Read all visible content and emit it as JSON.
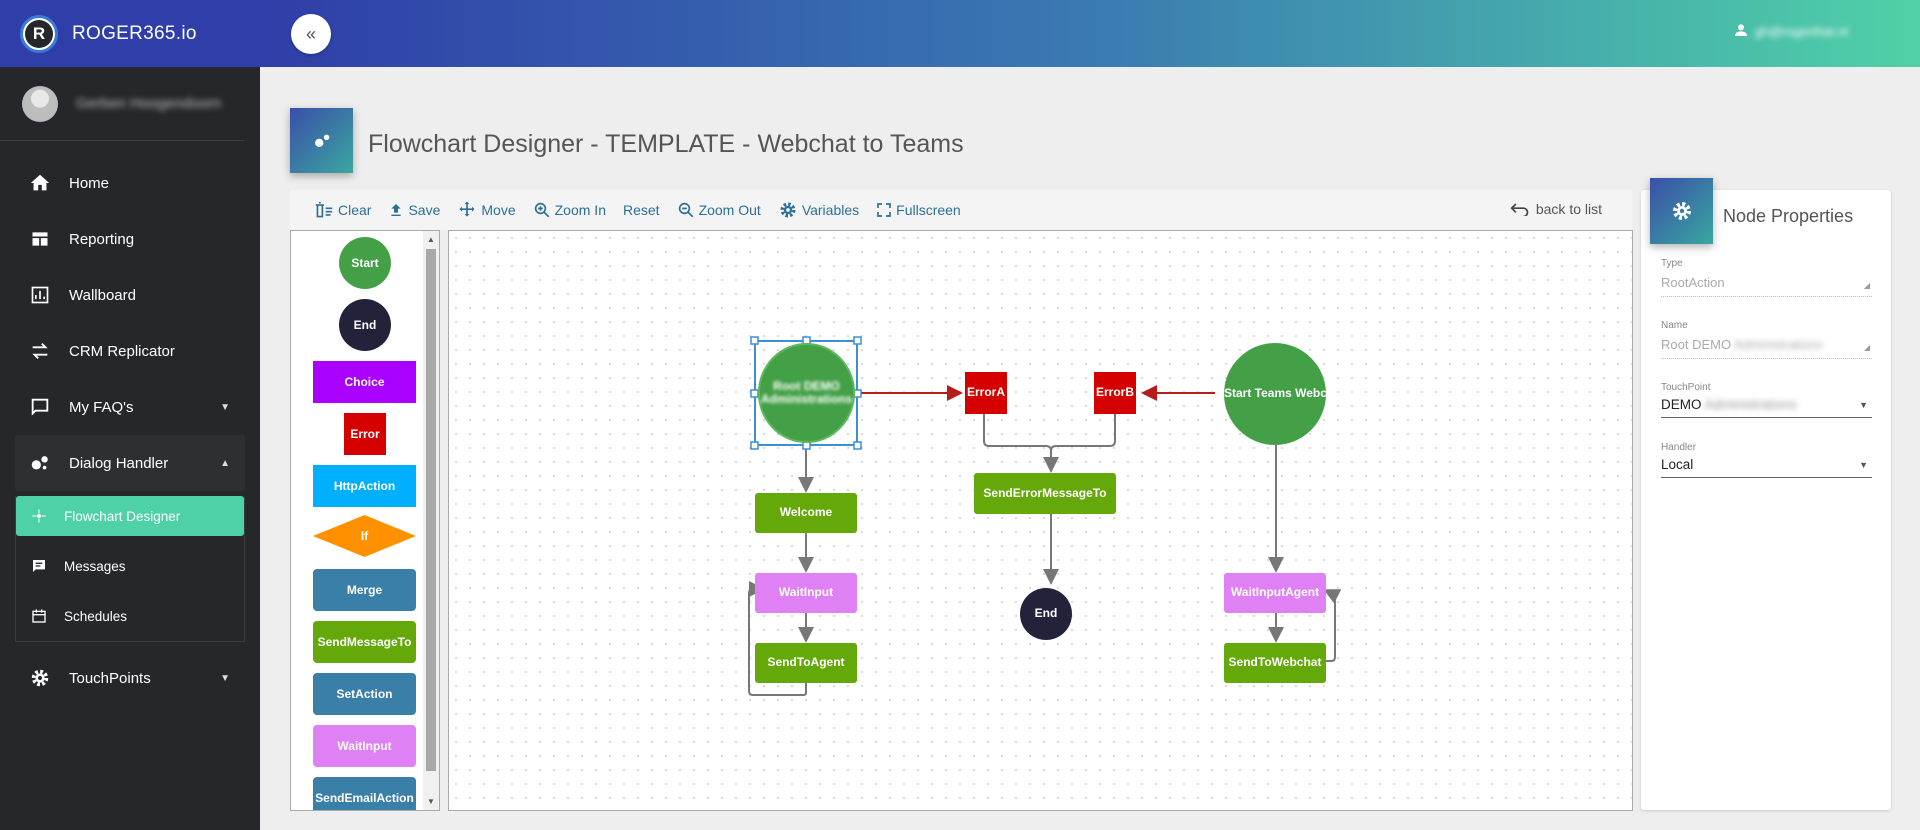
{
  "app": {
    "brand_name": "ROGER365.io",
    "brand_letter": "R",
    "user_name": "Gerben Hoogendoorn",
    "user_email": "gh@rogerthat.nl"
  },
  "sidebar": {
    "items": [
      {
        "label": "Home",
        "icon": "home-icon"
      },
      {
        "label": "Reporting",
        "icon": "dashboard-icon"
      },
      {
        "label": "Wallboard",
        "icon": "bar-chart-icon"
      },
      {
        "label": "CRM Replicator",
        "icon": "swap-arrows-icon"
      },
      {
        "label": "My FAQ's",
        "icon": "chat-icon"
      },
      {
        "label": "Dialog Handler",
        "icon": "bubbles-icon"
      },
      {
        "label": "TouchPoints",
        "icon": "gear-icon"
      }
    ],
    "sub_items": [
      {
        "label": "Flowchart Designer",
        "icon": "flowchart-icon"
      },
      {
        "label": "Messages",
        "icon": "message-icon"
      },
      {
        "label": "Schedules",
        "icon": "calendar-icon"
      }
    ]
  },
  "page": {
    "title": "Flowchart Designer - TEMPLATE - Webchat to Teams"
  },
  "toolbar": {
    "clear": "Clear",
    "save": "Save",
    "move": "Move",
    "zoom_in": "Zoom In",
    "reset": "Reset",
    "zoom_out": "Zoom Out",
    "variables": "Variables",
    "fullscreen": "Fullscreen",
    "back": "back to list"
  },
  "palette": [
    {
      "label": "Start",
      "color": "#43a047"
    },
    {
      "label": "End",
      "color": "#22223a"
    },
    {
      "label": "Choice",
      "color": "#aa00ff"
    },
    {
      "label": "Error",
      "color": "#d50000"
    },
    {
      "label": "HttpAction",
      "color": "#00b0ff"
    },
    {
      "label": "If",
      "color": "#ff9100"
    },
    {
      "label": "Merge",
      "color": "#3a7fa8"
    },
    {
      "label": "SendMessageTo",
      "color": "#64a80a"
    },
    {
      "label": "SetAction",
      "color": "#3a7fa8"
    },
    {
      "label": "WaitInput",
      "color": "#e080f5"
    },
    {
      "label": "SendEmailAction",
      "color": "#3a7fa8"
    }
  ],
  "flow": {
    "nodes": {
      "root": "Root DEMO Administrations",
      "welcome": "Welcome",
      "waitinput": "WaitInput",
      "sendtoagent": "SendToAgent",
      "errora": "ErrorA",
      "errorb": "ErrorB",
      "senderror": "SendErrorMessageTo",
      "end": "End",
      "start_teams": "Start Teams Webchat Demo",
      "waitinputagent": "WaitInputAgent",
      "sendtowebchat": "SendToWebchat"
    },
    "colors": {
      "start": "#43a047",
      "action": "#64a80a",
      "wait": "#e080f5",
      "error": "#d50000",
      "end": "#22223a",
      "selection": "#3a8fd6",
      "error_link": "#c62828"
    }
  },
  "properties": {
    "title": "Node Properties",
    "type_label": "Type",
    "type_value": "RootAction",
    "name_label": "Name",
    "name_value_visible": "Root DEMO",
    "name_value_blurred": "Administrations",
    "touchpoint_label": "TouchPoint",
    "touchpoint_value_visible": "DEMO",
    "touchpoint_value_blurred": "Administrations",
    "handler_label": "Handler",
    "handler_value": "Local"
  }
}
